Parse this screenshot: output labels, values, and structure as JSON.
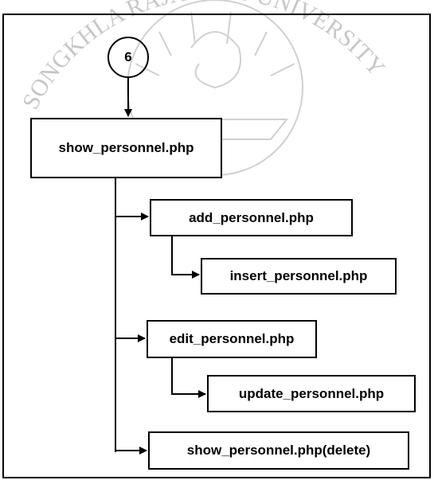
{
  "diagram": {
    "connector": "6",
    "nodes": {
      "show_personnel": "show_personnel.php",
      "add_personnel": "add_personnel.php",
      "insert_personnel": "insert_personnel.php",
      "edit_personnel": "edit_personnel.php",
      "update_personnel": "update_personnel.php",
      "show_personnel_delete": "show_personnel.php(delete)"
    },
    "edges": [
      {
        "from": "connector",
        "to": "show_personnel"
      },
      {
        "from": "show_personnel",
        "to": "add_personnel"
      },
      {
        "from": "add_personnel",
        "to": "insert_personnel"
      },
      {
        "from": "show_personnel",
        "to": "edit_personnel"
      },
      {
        "from": "edit_personnel",
        "to": "update_personnel"
      },
      {
        "from": "show_personnel",
        "to": "show_personnel_delete"
      }
    ]
  },
  "watermark": {
    "text": "SONGKHLA RAJABHAT UNIVERSITY"
  }
}
